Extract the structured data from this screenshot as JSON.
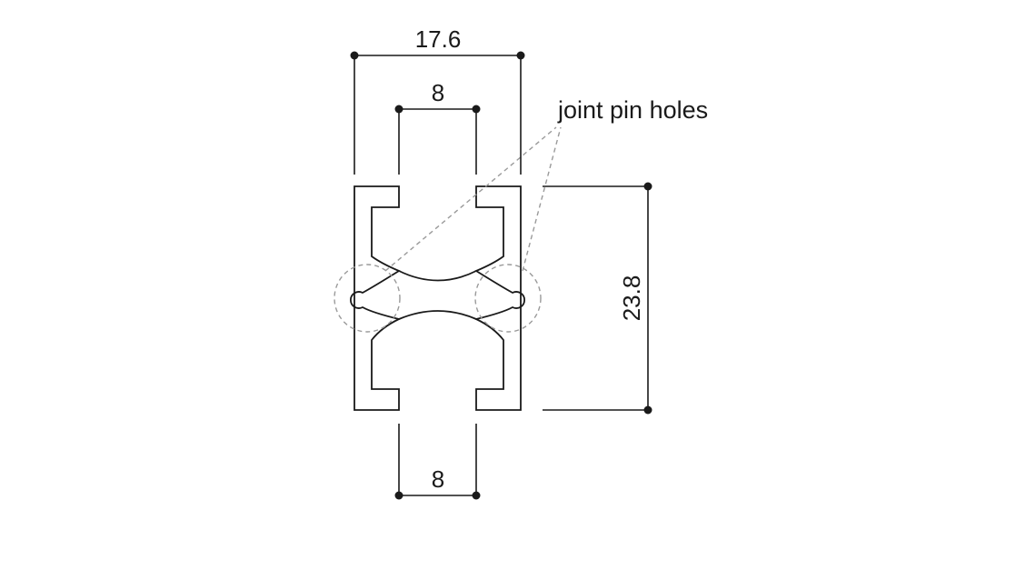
{
  "dimensions": {
    "overall_width": "17.6",
    "top_slot_width": "8",
    "bottom_slot_width": "8",
    "overall_height": "23.8"
  },
  "callout": {
    "label": "joint pin holes"
  },
  "colors": {
    "line": "#1a1a1a",
    "leader": "#9a9a9a",
    "background": "#ffffff"
  }
}
